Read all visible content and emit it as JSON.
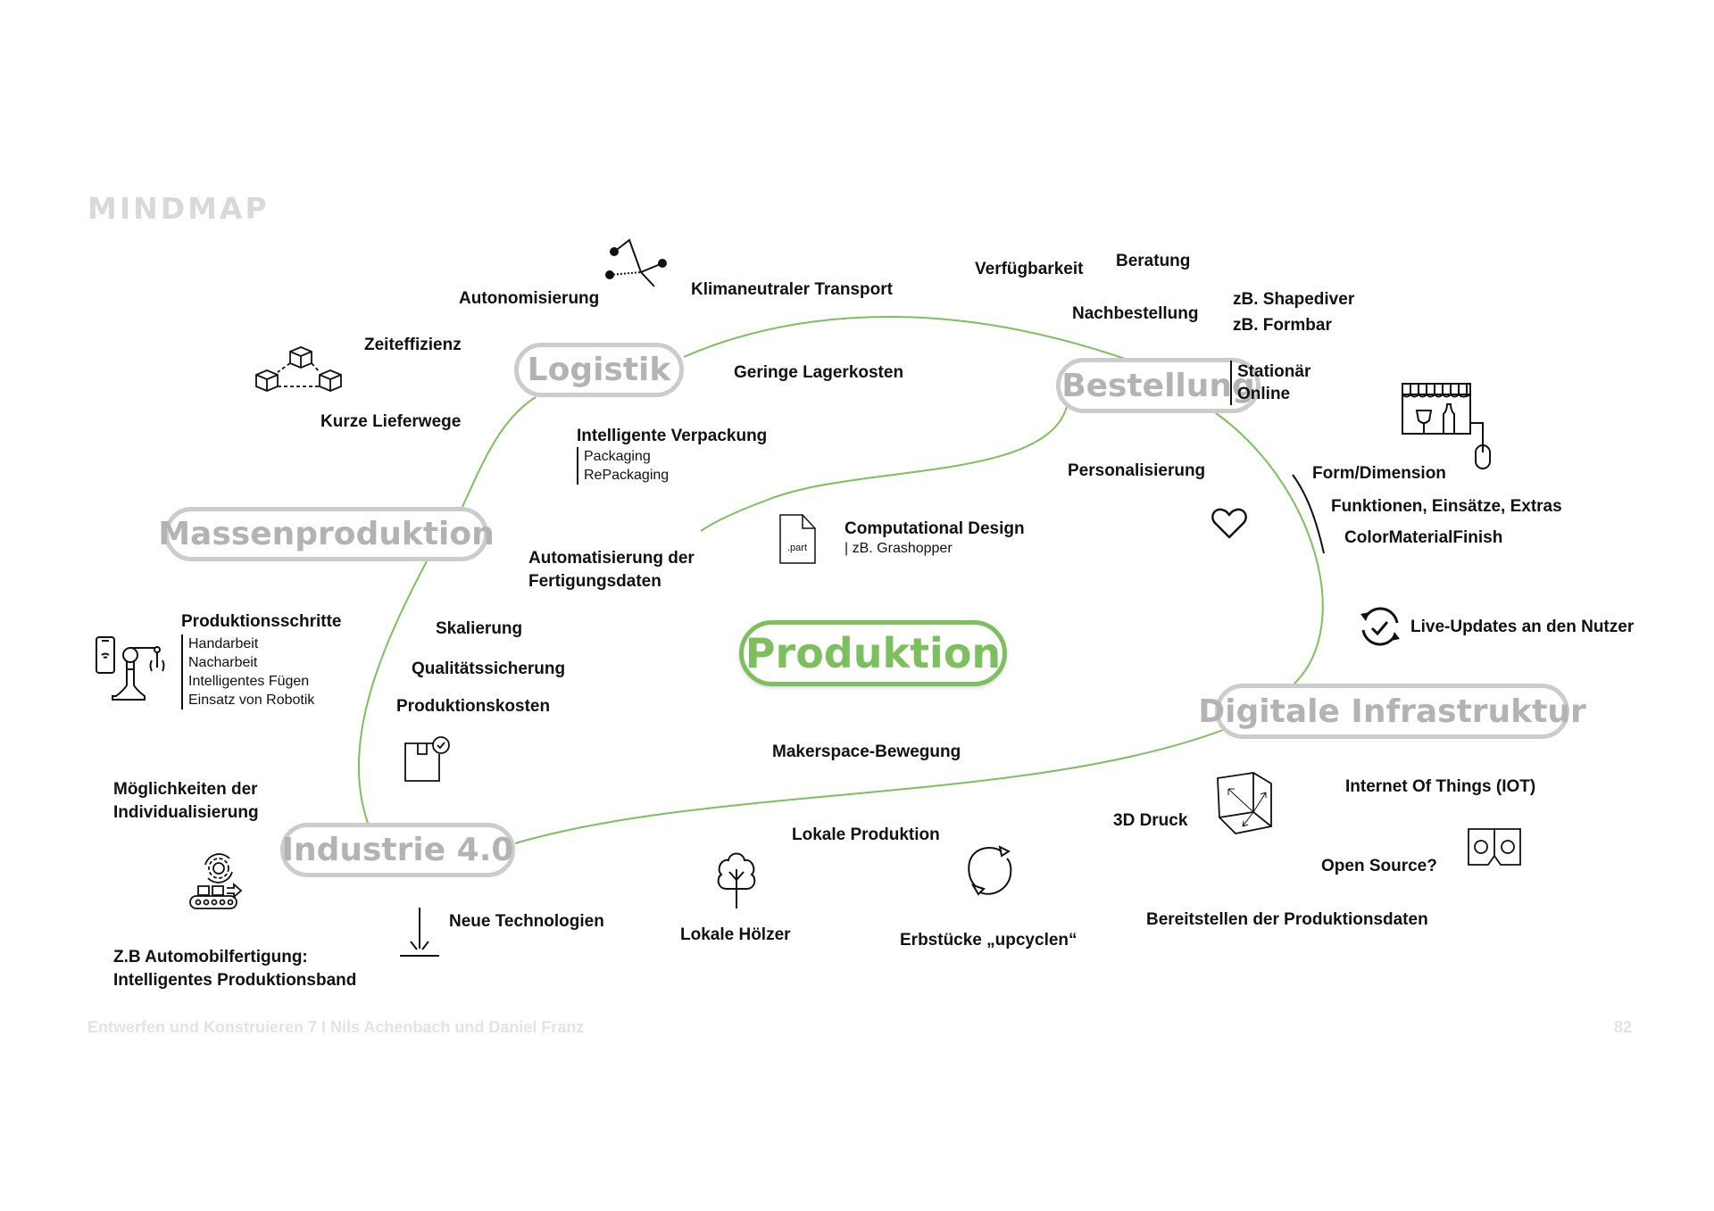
{
  "title": "MINDMAP",
  "colors": {
    "accent": "#7dbf5e",
    "pill_border": "#cccccc",
    "pill_text": "#b3b3b3",
    "footer": "#e3e3e3"
  },
  "nodes": {
    "center": "Produktion",
    "logistik": "Logistik",
    "bestellung": "Bestellung",
    "massenproduktion": "Massenproduktion",
    "digitale_infrastruktur": "Digitale Infrastruktur",
    "industrie": "Industrie 4.0"
  },
  "logistik": {
    "autonomisierung": "Autonomisierung",
    "klimaneutral": "Klimaneutraler Transport",
    "zeiteffizienz": "Zeiteffizienz",
    "kurze_lieferwege": "Kurze Lieferwege",
    "lagerkosten": "Geringe Lagerkosten",
    "verpackung": "Intelligente Verpackung",
    "verpackung_sub": [
      "Packaging",
      "RePackaging"
    ]
  },
  "bestellung": {
    "verfuegbarkeit": "Verfügbarkeit",
    "beratung": "Beratung",
    "nachbestellung": "Nachbestellung",
    "examples": [
      "zB. Shapediver",
      "zB. Formbar"
    ],
    "channels": [
      "Stationär",
      "Online"
    ],
    "personalisierung": "Personalisierung",
    "options": [
      "Form/Dimension",
      "Funktionen, Einsätze, Extras",
      "ColorMaterialFinish"
    ],
    "live_updates": "Live-Updates an den Nutzer"
  },
  "center": {
    "automatisierung": [
      "Automatisierung der",
      "Fertigungsdaten"
    ],
    "computational": "Computational Design",
    "computational_sub": "| zB. Grashopper",
    "file_ext": ".part",
    "makerspace": "Makerspace-Bewegung"
  },
  "massenproduktion": {
    "schritte": "Produktionsschritte",
    "schritte_sub": [
      "Handarbeit",
      "Nacharbeit",
      "Intelligentes Fügen",
      "Einsatz von Robotik"
    ],
    "skalierung": "Skalierung",
    "qualitaet": "Qualitätssicherung",
    "kosten": "Produktionskosten"
  },
  "industrie": {
    "individualisierung": [
      "Möglichkeiten der",
      "Individualisierung"
    ],
    "beispiel": [
      "Z.B Automobilfertigung:",
      "Intelligentes Produktionsband"
    ],
    "neue_tech": "Neue Technologien"
  },
  "lokal": {
    "produktion": "Lokale Produktion",
    "hoelzer": "Lokale Hölzer",
    "erbstuecke": "Erbstücke „upcyclen“"
  },
  "digital": {
    "druck": "3D Druck",
    "iot": "Internet Of Things (IOT)",
    "open_source": "Open Source?",
    "bereitstellen": "Bereitstellen der Produktionsdaten"
  },
  "footer": {
    "left": "Entwerfen und Konstruieren 7 I Nils Achenbach und Daniel Franz",
    "page": "82"
  }
}
